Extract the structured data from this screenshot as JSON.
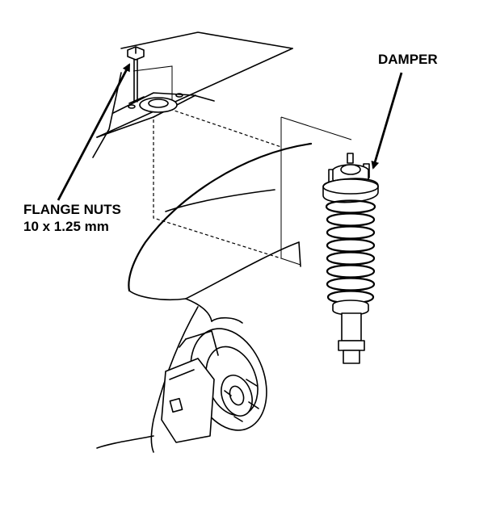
{
  "labels": {
    "damper": "DAMPER",
    "flange_nuts": "FLANGE NUTS",
    "flange_nuts_spec": "10 x 1.25 mm"
  }
}
